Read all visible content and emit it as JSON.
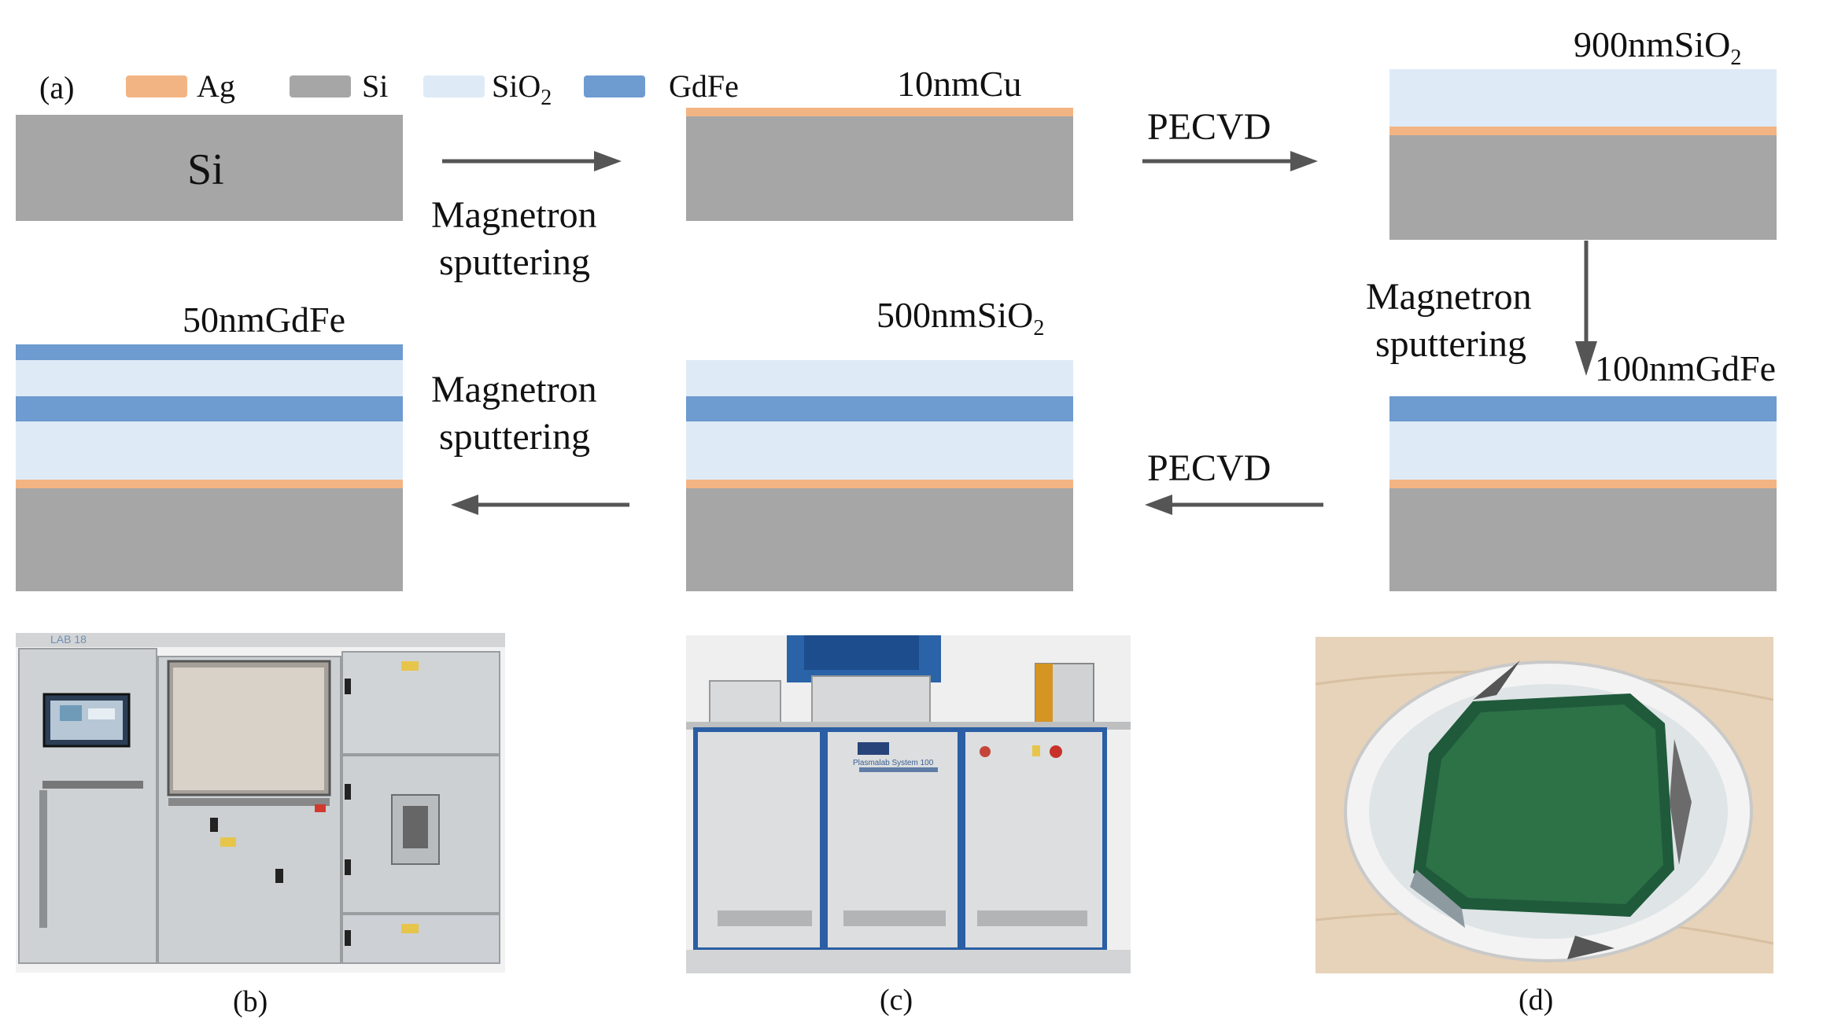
{
  "colors": {
    "ag": "#f3b483",
    "si": "#a6a6a6",
    "sio2": "#deeaf6",
    "gdfe": "#6e9bd0",
    "arrow": "#555555"
  },
  "legend": {
    "panel_label": "(a)",
    "items": [
      {
        "text": "Ag",
        "sub": ""
      },
      {
        "text": "Si",
        "sub": ""
      },
      {
        "text": "SiO",
        "sub": "2"
      },
      {
        "text": "GdFe",
        "sub": ""
      }
    ]
  },
  "stacks": {
    "s1": {
      "title": "Si"
    },
    "s2": {
      "label": "10nmCu"
    },
    "s3": {
      "label": "900nmSiO",
      "label_sub": "2"
    },
    "s4": {
      "label": "100nmGdFe"
    },
    "s5": {
      "label": "500nmSiO",
      "label_sub": "2"
    },
    "s6": {
      "label": "50nmGdFe"
    }
  },
  "steps": {
    "a1": {
      "line1": "Magnetron",
      "line2": "sputtering"
    },
    "a2": {
      "line1": "PECVD"
    },
    "a3": {
      "line1": "Magnetron",
      "line2": "sputtering"
    },
    "a4": {
      "line1": "PECVD"
    },
    "a5": {
      "line1": "Magnetron",
      "line2": "sputtering"
    }
  },
  "photos": {
    "b": {
      "caption": "(b)",
      "brand": "LAB 18"
    },
    "c": {
      "caption": "(c)",
      "brand": "Plasmalab System 100"
    },
    "d": {
      "caption": "(d)"
    }
  }
}
